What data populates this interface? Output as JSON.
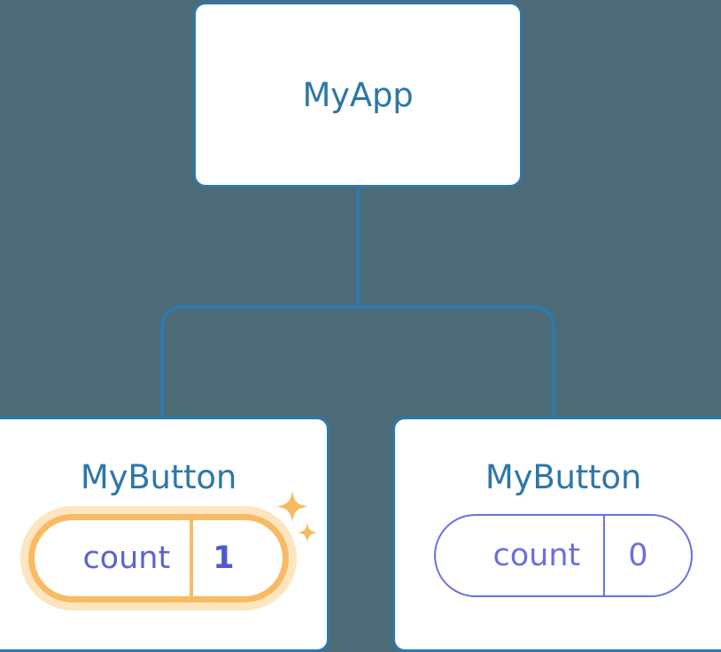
{
  "diagram": {
    "type": "component-tree",
    "background_color": "#4c6b77",
    "node_border_color": "#2e78ab",
    "node_title_color": "#2d77a8",
    "edge_color": "#2e78ab",
    "badge_plain_color": "#6b6fe0",
    "badge_highlight_color": "#f8bb63",
    "badge_highlight_glow_color": "#fac77a",
    "root": {
      "title": "MyApp"
    },
    "children": [
      {
        "title": "MyButton",
        "state_key": "count",
        "state_value": "1",
        "highlighted": true,
        "sparkle_icons": [
          "sparkle-large",
          "sparkle-small"
        ]
      },
      {
        "title": "MyButton",
        "state_key": "count",
        "state_value": "0",
        "highlighted": false,
        "sparkle_icons": []
      }
    ]
  }
}
